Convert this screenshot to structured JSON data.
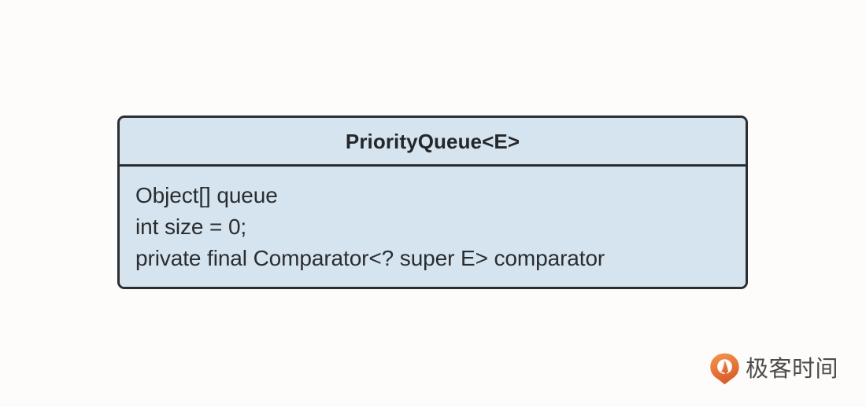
{
  "background_color": "#FDFCFA",
  "diagram": {
    "type": "uml-class-diagram",
    "class_box": {
      "title": "PriorityQueue<E>",
      "fill_color": "#D4E4EF",
      "border_color": "#2B2E31",
      "attributes": [
        "Object[] queue",
        "int size = 0;",
        "private final Comparator<? super E> comparator"
      ]
    }
  },
  "watermark": {
    "logo_icon": "geektime-pin-icon",
    "brand_name": "极客时间",
    "accent_color": "#E8753A",
    "text_color": "#4B4B4B"
  }
}
